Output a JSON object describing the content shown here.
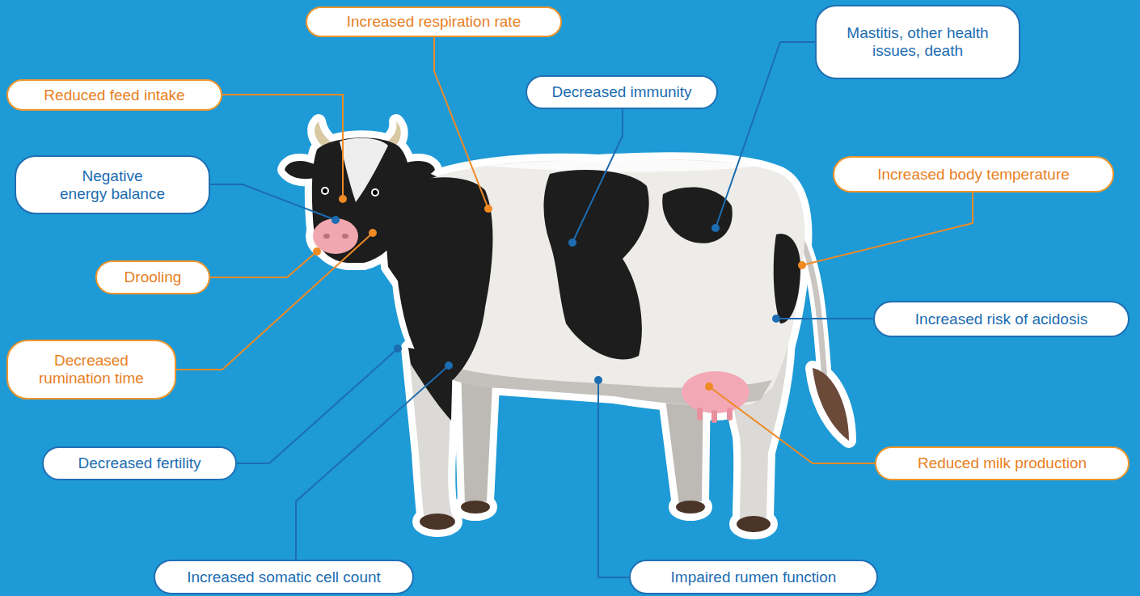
{
  "diagram": {
    "nodes": [
      {
        "text": [
          "Increased respiration rate"
        ]
      },
      {
        "text": [
          "Mastitis, other health issues, death"
        ]
      },
      {
        "text": [
          "Reduced feed intake"
        ]
      },
      {
        "text": [
          "Decreased immunity"
        ]
      },
      {
        "text": [
          "Negative energy balance"
        ]
      },
      {
        "text": [
          "Increased body temperature"
        ]
      },
      {
        "text": [
          "Drooling"
        ]
      },
      {
        "text": [
          "Increased risk of acidosis"
        ]
      },
      {
        "text": [
          "Decreased rumination time"
        ]
      },
      {
        "text": [
          "Decreased fertility"
        ]
      },
      {
        "text": [
          "Reduced milk production"
        ]
      },
      {
        "text": [
          "Increased somatic cell count"
        ]
      },
      {
        "text": [
          "Impaired rumen function"
        ]
      }
    ]
  }
}
